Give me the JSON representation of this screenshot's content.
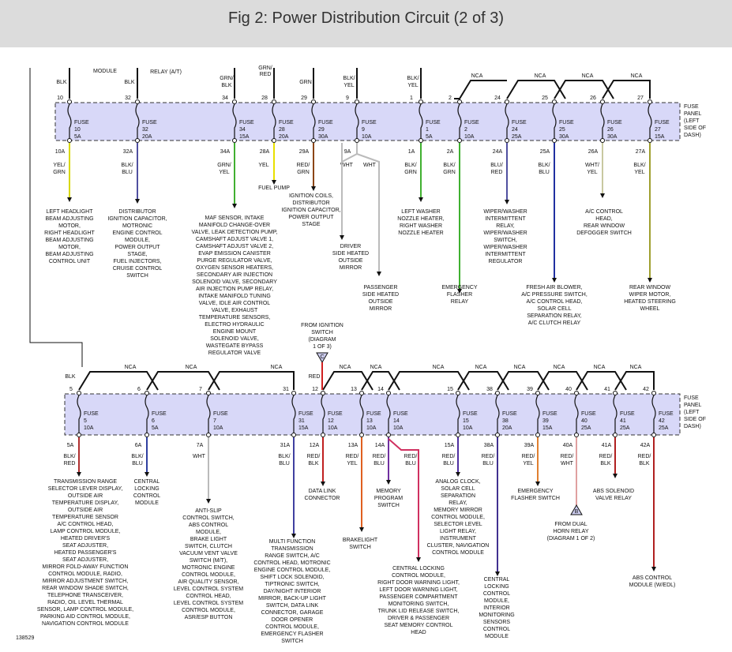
{
  "title": "Fig 2: Power Distribution Circuit (2 of 3)",
  "diagram_id": "138529",
  "panel_label": [
    "FUSE",
    "PANEL",
    "(LEFT",
    "SIDE OF",
    "DASH)"
  ],
  "nca": "NCA",
  "top_partial": [
    "MODULE",
    "RELAY (A/T)",
    "GRN/",
    "RED"
  ],
  "top_fuses": [
    {
      "num": "10",
      "amp": "5A",
      "in_wire": [
        "BLK"
      ],
      "out_term": "10A",
      "out_wire": [
        "YEL/",
        "GRN"
      ],
      "color": "#d8d800",
      "dest": [
        "LEFT HEADLIGHT",
        "BEAM ADJUSTING",
        "MOTOR,",
        "RIGHT HEADLIGHT",
        "BEAM ADJUSTING",
        "MOTOR,",
        "BEAM ADJUSTING",
        "CONTROL UNIT"
      ]
    },
    {
      "num": "32",
      "amp": "20A",
      "in_wire": [
        "BLK"
      ],
      "out_term": "32A",
      "out_wire": [
        "BLK/",
        "BLU"
      ],
      "color": "#5050a0",
      "dest": [
        "DISTRIBUTOR",
        "IGNITION CAPACITOR,",
        "MOTRONIC",
        "ENGINE CONTROL",
        "MODULE,",
        "POWER OUTPUT",
        "STAGE,",
        "FUEL INJECTORS,",
        "CRUISE CONTROL",
        "SWITCH"
      ]
    },
    {
      "num": "34",
      "amp": "15A",
      "in_wire": [
        "GRN/",
        "BLK"
      ],
      "out_term": "34A",
      "out_wire": [
        "GRN/",
        "YEL"
      ],
      "color": "#40b030",
      "dest": [
        "MAF SENSOR, INTAKE",
        "MANIFOLD CHANGE-OVER",
        "VALVE, LEAK DETECTION PUMP,",
        "CAMSHAFT ADJUST VALVE 1,",
        "CAMSHAFT ADJUST VALVE 2,",
        "EVAP EMISSION CANISTER",
        "PURGE REGULATOR VALVE,",
        "OXYGEN SENSOR HEATERS,",
        "SECONDARY AIR INJECTION",
        "SOLENOID VALVE, SECONDARY",
        "AIR INJECTION PUMP RELAY,",
        "INTAKE MANIFOLD TUNING",
        "VALVE, IDLE AIR CONTROL",
        "VALVE, EXHAUST",
        "TEMPERATURE SENSORS,",
        "ELECTRO HYDRAULIC",
        "ENGINE MOUNT",
        "SOLENOID VALVE,",
        "WASTEGATE BYPASS",
        "REGULATOR VALVE"
      ]
    },
    {
      "num": "28",
      "amp": "20A",
      "in_wire": [],
      "out_term": "28A",
      "out_wire": [
        "YEL"
      ],
      "color": "#e8e000",
      "dest": [
        "FUEL PUMP"
      ]
    },
    {
      "num": "29",
      "amp": "30A",
      "in_wire": [
        "GRN"
      ],
      "out_term": "29A",
      "out_wire": [
        "RED/",
        "GRN"
      ],
      "color": "#8b4513",
      "dest": [
        "IGNITION COILS,",
        "DISTRIBUTOR",
        "IGNITION CAPACITOR,",
        "POWER OUTPUT",
        "STAGE"
      ]
    },
    {
      "num": "9",
      "amp": "10A",
      "in_wire": [
        "BLK/",
        "YEL"
      ],
      "out_term": "9A",
      "out_wire": [
        "WHT"
      ],
      "color": "#bbbbbb",
      "dest": [
        "DRIVER",
        "SIDE HEATED",
        "OUTSIDE",
        "MIRROR"
      ],
      "branch_wire": [
        "WHT"
      ],
      "branch_dest": [
        "PASSENGER",
        "SIDE HEATED",
        "OUTSIDE",
        "MIRROR"
      ]
    },
    {
      "num": "1",
      "amp": "5A",
      "in_wire": [
        "BLK/",
        "YEL"
      ],
      "out_term": "1A",
      "out_wire": [
        "BLK/",
        "GRN"
      ],
      "color": "#40b030",
      "dest": [
        "LEFT WASHER",
        "NOZZLE HEATER,",
        "RIGHT WASHER",
        "NOZZLE HEATER"
      ]
    },
    {
      "num": "2",
      "amp": "10A",
      "in_wire": [],
      "out_term": "2A",
      "out_wire": [
        "BLK/",
        "GRN"
      ],
      "color": "#40b030",
      "dest": [
        "EMERGENCY",
        "FLASHER",
        "RELAY"
      ]
    },
    {
      "num": "24",
      "amp": "25A",
      "in_wire": [],
      "out_term": "24A",
      "out_wire": [
        "BLU/",
        "RED"
      ],
      "color": "#5050a0",
      "dest": [
        "WIPER/WASHER",
        "INTERMITTENT",
        "RELAY,",
        "WIPER/WASHER",
        "SWITCH,",
        "WIPER/WASHER",
        "INTERMITTENT",
        "REGULATOR"
      ]
    },
    {
      "num": "25",
      "amp": "30A",
      "in_wire": [],
      "out_term": "25A",
      "out_wire": [
        "BLK/",
        "BLU"
      ],
      "color": "#2030a0",
      "dest": [
        "FRESH AIR BLOWER,",
        "A/C PRESSURE SWITCH,",
        "A/C CONTROL HEAD,",
        "SOLAR CELL",
        "SEPARATION RELAY,",
        "A/C CLUTCH RELAY"
      ]
    },
    {
      "num": "26",
      "amp": "30A",
      "in_wire": [],
      "out_term": "26A",
      "out_wire": [
        "WHT/",
        "YEL"
      ],
      "color": "#c8c8a0",
      "dest": [
        "A/C CONTROL",
        "HEAD,",
        "REAR WINDOW",
        "DEFOGGER SWITCH"
      ]
    },
    {
      "num": "27",
      "amp": "15A",
      "in_wire": [],
      "out_term": "27A",
      "out_wire": [
        "BLK/",
        "YEL"
      ],
      "color": "#a0a030",
      "dest": [
        "REAR WINDOW",
        "WIPER MOTOR,",
        "HEATED STEERING",
        "WHEEL"
      ]
    }
  ],
  "bottom_fuses": [
    {
      "num": "5",
      "amp": "10A",
      "in_wire": [
        "BLK"
      ],
      "out_term": "5A",
      "out_wire": [
        "BLK/",
        "RED"
      ],
      "color": "#b03030",
      "dest": [
        "TRANSMISSION RANGE",
        "SELECTOR LEVER DISPLAY,",
        "OUTSIDE AIR",
        "TEMPERATURE DISPLAY,",
        "OUTSIDE AIR",
        "TEMPERATURE SENSOR",
        "A/C CONTROL HEAD,",
        "LAMP CONTROL MODULE,",
        "HEATED DRIVER'S",
        "SEAT ADJUSTER,",
        "HEATED PASSENGER'S",
        "SEAT ADJUSTER,",
        "MIRROR FOLD-AWAY FUNCTION",
        "CONTROL MODULE, RADIO,",
        "MIRROR ADJUSTMENT SWITCH,",
        "REAR WINDOW SHADE SWITCH,",
        "TELEPHONE TRANSCEIVER,",
        "RADIO, OIL LEVEL THERMAL",
        "SENSOR, LAMP CONTROL MODULE,",
        "PARKING AID CONTROL MODULE,",
        "NAVIGATION CONTROL MODULE"
      ]
    },
    {
      "num": "6",
      "amp": "5A",
      "in_wire": [],
      "out_term": "6A",
      "out_wire": [
        "BLK/",
        "BLU"
      ],
      "color": "#3040a0",
      "dest": [
        "CENTRAL",
        "LOCKING",
        "CONTROL",
        "MODULE"
      ]
    },
    {
      "num": "7",
      "amp": "10A",
      "in_wire": [],
      "out_term": "7A",
      "out_wire": [
        "WHT"
      ],
      "color": "#bbbbbb",
      "dest": [
        "ANTI-SLIP",
        "CONTROL SWITCH,",
        "ABS CONTROL",
        "MODULE,",
        "BRAKE LIGHT",
        "SWITCH, CLUTCH",
        "VACUUM VENT VALVE",
        "SWITCH (M/T),",
        "MOTRONIC ENGINE",
        "CONTROL MODULE,",
        "AIR QUALITY SENSOR,",
        "LEVEL CONTROL SYSTEM",
        "CONTROL HEAD,",
        "LEVEL CONTROL SYSTEM",
        "CONTROL MODULE,",
        "ASR/ESP BUTTON"
      ]
    },
    {
      "num": "31",
      "amp": "15A",
      "in_wire": [],
      "out_term": "31A",
      "out_wire": [
        "BLK/",
        "BLU"
      ],
      "color": "#4040a0",
      "dest": [
        "MULTI FUNCTION",
        "TRANSMISSION",
        "RANGE SWITCH, A/C",
        "CONTROL HEAD, MOTRONIC",
        "ENGINE CONTROL MODULE,",
        "SHIFT LOCK SOLENOID,",
        "TIPTRONIC SWITCH,",
        "DAY/NIGHT INTERIOR",
        "MIRROR, BACK-UP LIGHT",
        "SWITCH, DATA LINK",
        "CONNECTOR, GARAGE",
        "DOOR OPENER",
        "CONTROL MODULE,",
        "EMERGENCY FLASHER",
        "SWITCH"
      ]
    },
    {
      "num": "12",
      "amp": "10A",
      "in_wire": [
        "RED"
      ],
      "out_term": "12A",
      "out_wire": [
        "RED/",
        "BLK"
      ],
      "color": "#c02020",
      "dest": [
        "DATA LINK",
        "CONNECTOR"
      ]
    },
    {
      "num": "13",
      "amp": "10A",
      "in_wire": [],
      "out_term": "13A",
      "out_wire": [
        "RED/",
        "YEL"
      ],
      "color": "#e06020",
      "dest": [
        "BRAKELIGHT",
        "SWITCH"
      ]
    },
    {
      "num": "14",
      "amp": "10A",
      "in_wire": [],
      "out_term": "14A",
      "out_wire": [
        "RED/",
        "BLU"
      ],
      "color": "#7030a0",
      "dest": [
        "MEMORY",
        "PROGRAM",
        "SWITCH"
      ],
      "branch_wire": [
        "RED/",
        "BLU"
      ],
      "branch_dest": [
        "CENTRAL LOCKING",
        "CONTROL MODULE,",
        "RIGHT DOOR WARNING LIGHT,",
        "LEFT DOOR WARNING LIGHT,",
        "PASSENGER COMPARTMENT",
        "MONITORING SWITCH,",
        "TRUNK LID RELEASE SWITCH,",
        "DRIVER & PASSENGER",
        "SEAT MEMORY CONTROL",
        "HEAD"
      ]
    },
    {
      "num": "15",
      "amp": "10A",
      "in_wire": [],
      "out_term": "15A",
      "out_wire": [
        "RED/",
        "BLU"
      ],
      "color": "#5030a0",
      "dest": [
        "ANALOG CLOCK,",
        "SOLAR CELL",
        "SEPARATION",
        "RELAY,",
        "MEMORY MIRROR",
        "CONTROL MODULE,",
        "SELECTOR LEVEL",
        "LIGHT RELAY,",
        "INSTRUMENT",
        "CLUSTER, NAVIGATION",
        "CONTROL MODULE"
      ]
    },
    {
      "num": "38",
      "amp": "20A",
      "in_wire": [],
      "out_term": "38A",
      "out_wire": [
        "RED/",
        "BLU"
      ],
      "color": "#403090",
      "dest": [
        "CENTRAL",
        "LOCKING",
        "CONTROL",
        "MODULE,",
        "INTERIOR",
        "MONITORING",
        "SENSORS",
        "CONTROL",
        "MODULE"
      ]
    },
    {
      "num": "39",
      "amp": "15A",
      "in_wire": [],
      "out_term": "39A",
      "out_wire": [
        "RED/",
        "YEL"
      ],
      "color": "#e08030",
      "dest": [
        "EMERGENCY",
        "FLASHER SWITCH"
      ]
    },
    {
      "num": "40",
      "amp": "25A",
      "in_wire": [],
      "out_term": "40A",
      "out_wire": [
        "RED/",
        "WHT"
      ],
      "color": "#e0a0a0",
      "dest": [
        "FROM DUAL",
        "HORN RELAY",
        "(DIAGRAM 1 OF 2)"
      ],
      "connector": "B"
    },
    {
      "num": "41",
      "amp": "25A",
      "in_wire": [],
      "out_term": "41A",
      "out_wire": [
        "RED/",
        "BLK"
      ],
      "color": "#b02020",
      "dest": [
        "ABS SOLENOID",
        "VALVE RELAY"
      ]
    },
    {
      "num": "42",
      "amp": "25A",
      "in_wire": [],
      "out_term": "42A",
      "out_wire": [
        "RED/",
        "BLK"
      ],
      "color": "#b02020",
      "dest": [
        "ABS CONTROL",
        "MODULE (W/EDL)"
      ]
    }
  ],
  "ignition_note": [
    "FROM IGNITION",
    "SWITCH",
    "(DIAGRAM",
    "1 OF 3)"
  ],
  "connector_c": "C",
  "fuse_word": "FUSE",
  "colors": {
    "panel_fill": "#d8d8f8",
    "header_bg": "#dcdcdc",
    "feed_red": "#d02020"
  }
}
